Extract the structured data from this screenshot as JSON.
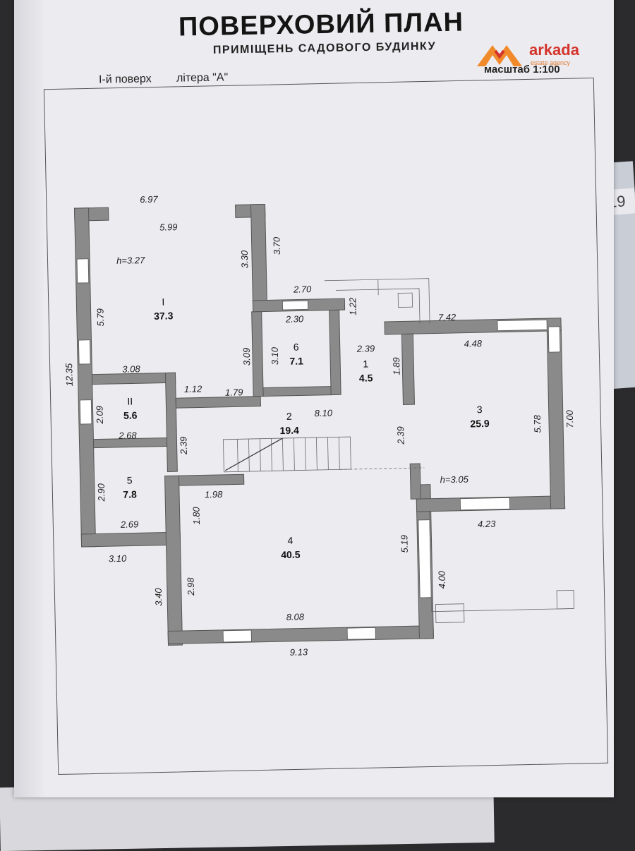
{
  "title": "ПОВЕРХОВИЙ ПЛАН",
  "subtitle": "ПРИМІЩЕНЬ САДОВОГО БУДИНКУ",
  "floor": "І-й поверх",
  "letter": "літера \"А\"",
  "scale": "масштаб 1:100",
  "logo": {
    "brand": "arkada",
    "tagline": "estate agency"
  },
  "side_tag": "19",
  "heights": {
    "left": "h=3.27",
    "right": "h=3.05"
  },
  "rooms": [
    {
      "num": "I",
      "area": "37.3"
    },
    {
      "num": "II",
      "area": "5.6"
    },
    {
      "num": "5",
      "area": "7.8"
    },
    {
      "num": "6",
      "area": "7.1"
    },
    {
      "num": "1",
      "area": "4.5"
    },
    {
      "num": "2",
      "area": "19.4"
    },
    {
      "num": "3",
      "area": "25.9"
    },
    {
      "num": "4",
      "area": "40.5"
    }
  ],
  "dims": {
    "d697": "6.97",
    "d599": "5.99",
    "d370": "3.70",
    "d330": "3.30",
    "d579": "5.79",
    "d1235": "12.35",
    "d308": "3.08",
    "d309": "3.09",
    "d112": "1.12",
    "d179": "1.79",
    "d209": "2.09",
    "d268": "2.68",
    "d239a": "2.39",
    "d290": "2.90",
    "d269": "2.69",
    "d310a": "3.10",
    "d340": "3.40",
    "d270": "2.70",
    "d230": "2.30",
    "d310b": "3.10",
    "d122": "1.22",
    "d239b": "2.39",
    "d189": "1.89",
    "d810": "8.10",
    "d742": "7.42",
    "d448": "4.48",
    "d578": "5.78",
    "d700": "7.00",
    "d239c": "2.39",
    "d198": "1.98",
    "d180": "1.80",
    "d423": "4.23",
    "d519": "5.19",
    "d400": "4.00",
    "d298": "2.98",
    "d808": "8.08",
    "d913": "9.13"
  }
}
